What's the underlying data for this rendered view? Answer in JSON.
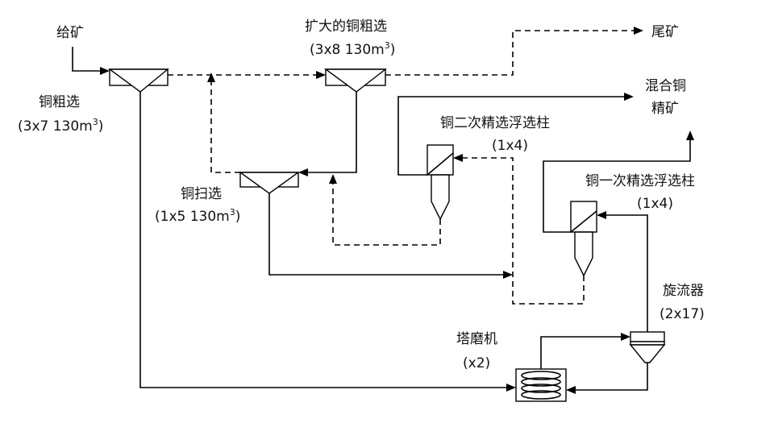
{
  "labels": {
    "feed": "给矿",
    "tailings": "尾矿",
    "rougher_cu": "铜粗选",
    "rougher_cu_spec": "(3x7 130m",
    "rougher_cu_sup": "3",
    "rougher_cu_close": ")",
    "ext_rougher": "扩大的铜粗选",
    "ext_rougher_spec": "(3x8 130m",
    "ext_rougher_sup": "3",
    "ext_rougher_close": ")",
    "mixed_conc_1": "混合铜",
    "mixed_conc_2": "精矿",
    "second_cleaner": "铜二次精选浮选柱",
    "second_cleaner_spec": "(1x4)",
    "scavenger": "铜扫选",
    "scavenger_spec": "(1x5 130m",
    "scavenger_sup": "3",
    "scavenger_close": ")",
    "first_cleaner": "铜一次精选浮选柱",
    "first_cleaner_spec": "(1x4)",
    "cyclone": "旋流器",
    "cyclone_spec": "(2x17)",
    "tower_mill": "塔磨机",
    "tower_mill_spec": "(x2)"
  }
}
